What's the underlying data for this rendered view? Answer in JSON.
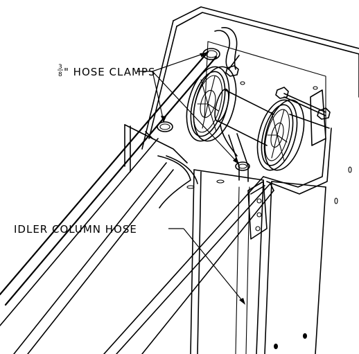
{
  "labels": {
    "hose_clamps_fraction_numerator": "3",
    "hose_clamps_fraction_denominator": "8",
    "hose_clamps": "\" HOSE CLAMPS",
    "idler_column_hose": "IDLER COLUMN HOSE"
  },
  "colors": {
    "line": "#000000",
    "background": "#ffffff"
  }
}
